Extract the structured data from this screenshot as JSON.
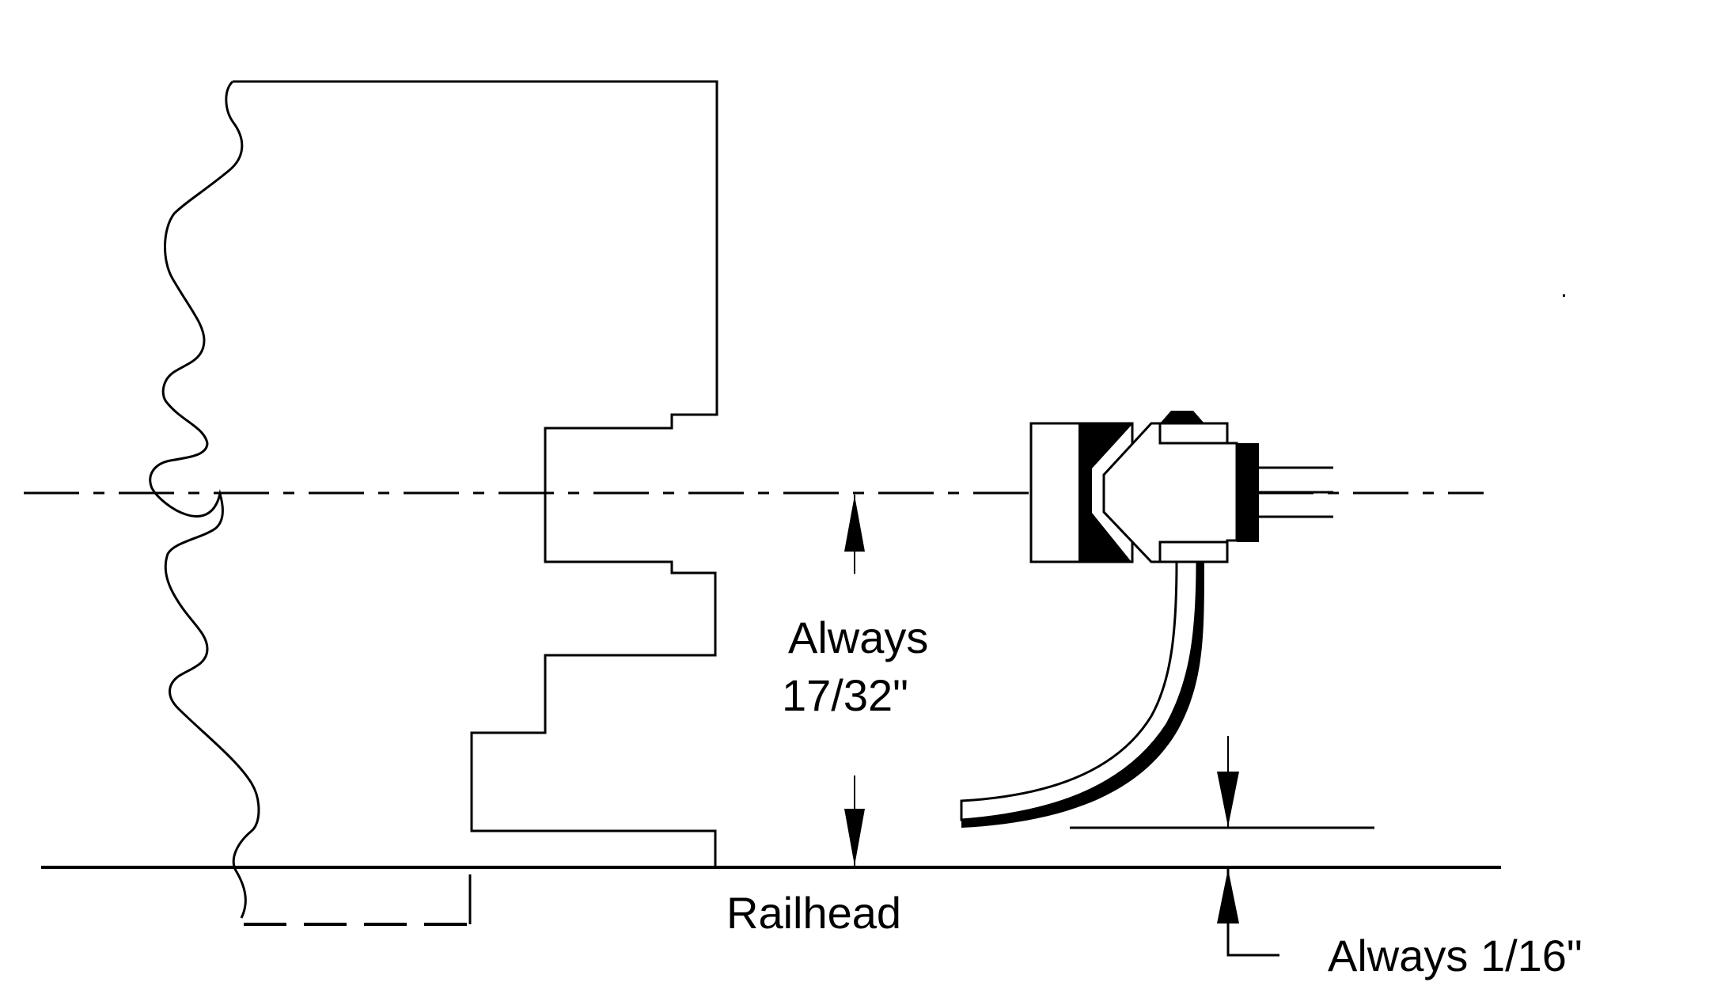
{
  "diagram": {
    "title": "Coupler height gauge diagram",
    "colors": {
      "ink": "#000000",
      "background": "#ffffff"
    },
    "labels": {
      "height_line1": "Always",
      "height_line2": "17/32\"",
      "railhead": "Railhead",
      "trip_pin_clearance": "Always 1/16\""
    },
    "elements": [
      "car-body-outline",
      "coupler-pocket-profile",
      "coupler-centerline",
      "railhead-line",
      "coupler-head",
      "trip-pin",
      "height-dimension-arrows",
      "clearance-dimension-arrows"
    ]
  }
}
